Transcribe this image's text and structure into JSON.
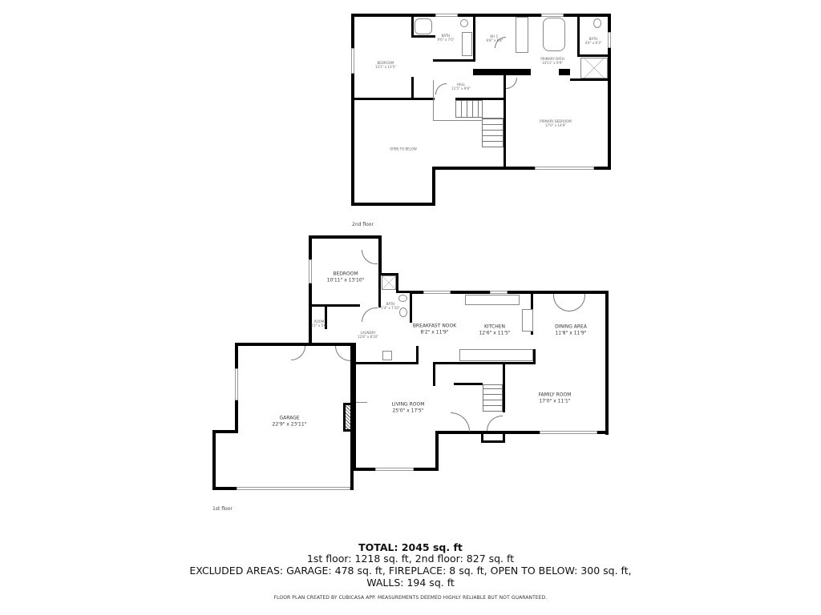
{
  "floors": {
    "second": {
      "label": "2nd floor",
      "rooms": [
        {
          "name": "BEDROOM",
          "dims": "13'2\" x 13'5\""
        },
        {
          "name": "BATH",
          "dims": "9'6\" x 7'0\""
        },
        {
          "name": "W.I.C.",
          "dims": "6'8\" x 8'8\""
        },
        {
          "name": "PRIMARY BATH",
          "dims": "14'11\" x 9'9\""
        },
        {
          "name": "BATH",
          "dims": "4'4\" x 6'3\""
        },
        {
          "name": "HALL",
          "dims": "11'5\" x 9'8\""
        },
        {
          "name": "PRIMARY BEDROOM",
          "dims": "17'0\" x 14'9\""
        },
        {
          "name": "OPEN TO BELOW",
          "dims": ""
        }
      ]
    },
    "first": {
      "label": "1st floor",
      "rooms": [
        {
          "name": "BEDROOM",
          "dims": "10'11\" x 13'10\""
        },
        {
          "name": "BATH",
          "dims": "5'4\" x 7'10\""
        },
        {
          "name": "ROOM",
          "dims": "3'2\" x 5'6\""
        },
        {
          "name": "LAUNDRY",
          "dims": "12'8\" x 8'10\""
        },
        {
          "name": "BREAKFAST NOOK",
          "dims": "8'2\" x 11'9\""
        },
        {
          "name": "KITCHEN",
          "dims": "12'6\" x 11'5\""
        },
        {
          "name": "DINING AREA",
          "dims": "11'8\" x 11'9\""
        },
        {
          "name": "LIVING ROOM",
          "dims": "25'0\" x 17'5\""
        },
        {
          "name": "FAMILY ROOM",
          "dims": "17'0\" x 11'1\""
        },
        {
          "name": "GARAGE",
          "dims": "22'9\" x 23'11\""
        }
      ]
    }
  },
  "summary": {
    "total": "TOTAL: 2045 sq. ft",
    "floors_line": "1st floor: 1218 sq. ft, 2nd floor: 827 sq. ft",
    "excluded_line": "EXCLUDED AREAS: GARAGE: 478 sq. ft, FIREPLACE: 8 sq. ft, OPEN TO BELOW: 300 sq. ft,",
    "walls_line": "WALLS: 194 sq. ft",
    "footer": "FLOOR PLAN CREATED BY CUBICASA APP. MEASUREMENTS DEEMED HIGHLY RELIABLE BUT NOT GUARANTEED."
  }
}
